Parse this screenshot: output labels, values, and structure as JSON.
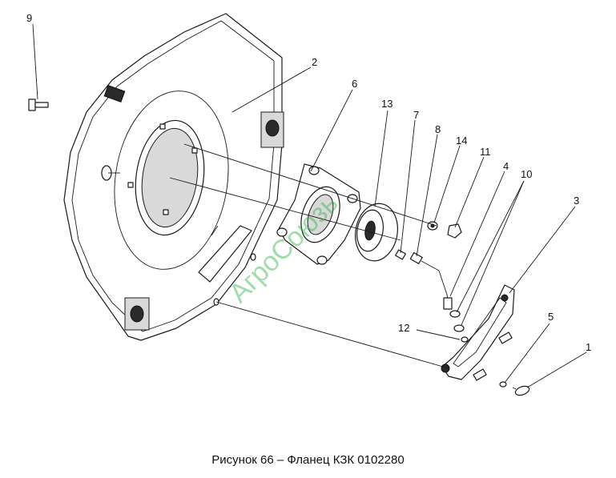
{
  "figure": {
    "caption": "Рисунок 66 – Фланец КЗК 0102280",
    "watermark": "АгроСоюзь",
    "callouts": [
      "1",
      "2",
      "3",
      "4",
      "5",
      "6",
      "7",
      "8",
      "9",
      "10",
      "11",
      "12",
      "13",
      "14"
    ]
  }
}
